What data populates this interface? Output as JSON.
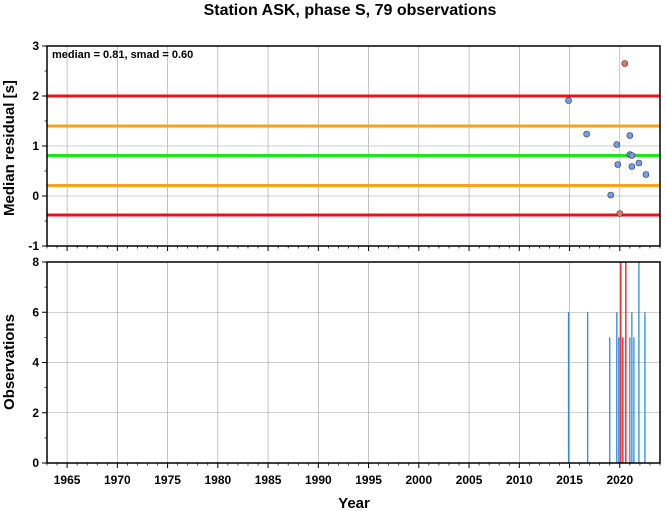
{
  "chart_data": [
    {
      "type": "scatter",
      "title": "Station ASK, phase S, 79 observations",
      "ylabel": "Median residual [s]",
      "xlabel": "",
      "xlim": [
        1963,
        2024
      ],
      "ylim": [
        -1,
        3
      ],
      "yticks": [
        -1,
        0,
        1,
        2,
        3
      ],
      "grid": true,
      "annotation": "median = 0.81, smad = 0.60",
      "hlines": [
        {
          "y": 2.0,
          "color": "#e8141c"
        },
        {
          "y": 1.4,
          "color": "#f5a41c"
        },
        {
          "y": 0.81,
          "color": "#1ee51e"
        },
        {
          "y": 0.21,
          "color": "#f5a41c"
        },
        {
          "y": -0.38,
          "color": "#e8141c"
        }
      ],
      "series": [
        {
          "color": "#6f9ef0",
          "points": [
            {
              "x": 2014.9,
              "y": 1.91
            },
            {
              "x": 2016.7,
              "y": 1.24
            },
            {
              "x": 2019.1,
              "y": 0.02
            },
            {
              "x": 2019.7,
              "y": 1.03
            },
            {
              "x": 2019.8,
              "y": 0.63
            },
            {
              "x": 2021.0,
              "y": 1.21
            },
            {
              "x": 2021.0,
              "y": 0.83
            },
            {
              "x": 2021.2,
              "y": 0.81
            },
            {
              "x": 2021.2,
              "y": 0.59
            },
            {
              "x": 2021.9,
              "y": 0.66
            },
            {
              "x": 2022.6,
              "y": 0.43
            }
          ]
        },
        {
          "color": "#f07060",
          "points": [
            {
              "x": 2020.5,
              "y": 2.65
            },
            {
              "x": 2020.0,
              "y": -0.35
            }
          ]
        }
      ]
    },
    {
      "type": "bar",
      "ylabel": "Observations",
      "xlabel": "Year",
      "xlim": [
        1963,
        2024
      ],
      "ylim": [
        0,
        8
      ],
      "yticks": [
        0,
        2,
        4,
        6,
        8
      ],
      "xticks": [
        "1965",
        "1970",
        "1975",
        "1980",
        "1985",
        "1990",
        "1995",
        "2000",
        "2005",
        "2010",
        "2015",
        "2020"
      ],
      "grid": true,
      "bars": [
        {
          "x": 2014.9,
          "value": 6,
          "color": "#2d8be8"
        },
        {
          "x": 2016.8,
          "value": 6,
          "color": "#2d8be8"
        },
        {
          "x": 2019.0,
          "value": 5,
          "color": "#2d8be8"
        },
        {
          "x": 2019.7,
          "value": 6,
          "color": "#2d8be8"
        },
        {
          "x": 2019.9,
          "value": 5,
          "color": "#2d8be8"
        },
        {
          "x": 2020.1,
          "value": 8,
          "color": "#e8141c"
        },
        {
          "x": 2020.3,
          "value": 5,
          "color": "#e8141c"
        },
        {
          "x": 2020.6,
          "value": 8,
          "color": "#e8141c"
        },
        {
          "x": 2021.0,
          "value": 5,
          "color": "#2d8be8"
        },
        {
          "x": 2021.2,
          "value": 6,
          "color": "#2d8be8"
        },
        {
          "x": 2021.4,
          "value": 5,
          "color": "#2d8be8"
        },
        {
          "x": 2021.9,
          "value": 8,
          "color": "#2d8be8"
        },
        {
          "x": 2022.5,
          "value": 6,
          "color": "#2d8be8"
        }
      ]
    }
  ]
}
